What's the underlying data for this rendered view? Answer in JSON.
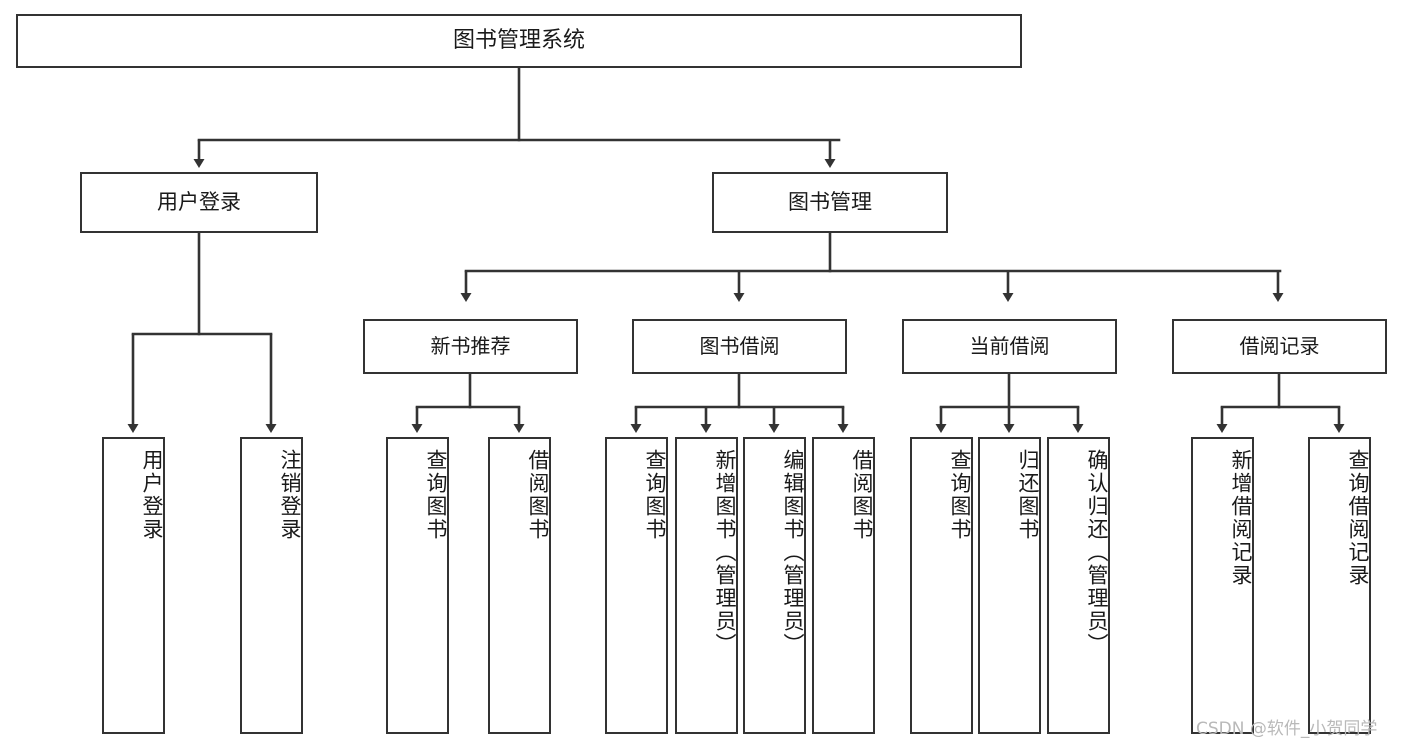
{
  "diagram": {
    "title": "图书管理系统",
    "type": "tree",
    "watermark": "CSDN @软件_小贺同学",
    "colors": {
      "box_border": "#333333",
      "box_fill": "#ffffff",
      "edge": "#333333",
      "text": "#1a1a1a",
      "watermark": "#b9b9b9",
      "background": "#ffffff"
    },
    "nodes": {
      "root": {
        "label": "图书管理系统"
      },
      "level2": [
        {
          "id": "user-login",
          "label": "用户登录"
        },
        {
          "id": "book-manage",
          "label": "图书管理"
        }
      ],
      "level3": [
        {
          "id": "new-book-recommend",
          "label": "新书推荐"
        },
        {
          "id": "book-borrow",
          "label": "图书借阅"
        },
        {
          "id": "current-borrow",
          "label": "当前借阅"
        },
        {
          "id": "borrow-record",
          "label": "借阅记录"
        }
      ],
      "leaves": {
        "user-login": [
          {
            "id": "leaf-user-login",
            "label": "用户登录"
          },
          {
            "id": "leaf-user-logout",
            "label": "注销登录"
          }
        ],
        "new-book-recommend": [
          {
            "id": "leaf-query-book-1",
            "label": "查询图书"
          },
          {
            "id": "leaf-borrow-book-1",
            "label": "借阅图书"
          }
        ],
        "book-borrow": [
          {
            "id": "leaf-query-book-2",
            "label": "查询图书"
          },
          {
            "id": "leaf-add-book",
            "label": "新增图书（管理员）"
          },
          {
            "id": "leaf-edit-book",
            "label": "编辑图书（管理员）"
          },
          {
            "id": "leaf-borrow-book-2",
            "label": "借阅图书"
          }
        ],
        "current-borrow": [
          {
            "id": "leaf-query-book-3",
            "label": "查询图书"
          },
          {
            "id": "leaf-return-book",
            "label": "归还图书"
          },
          {
            "id": "leaf-confirm-return",
            "label": "确认归还（管理员）"
          }
        ],
        "borrow-record": [
          {
            "id": "leaf-add-record",
            "label": "新增借阅记录"
          },
          {
            "id": "leaf-query-record",
            "label": "查询借阅记录"
          }
        ]
      }
    }
  }
}
